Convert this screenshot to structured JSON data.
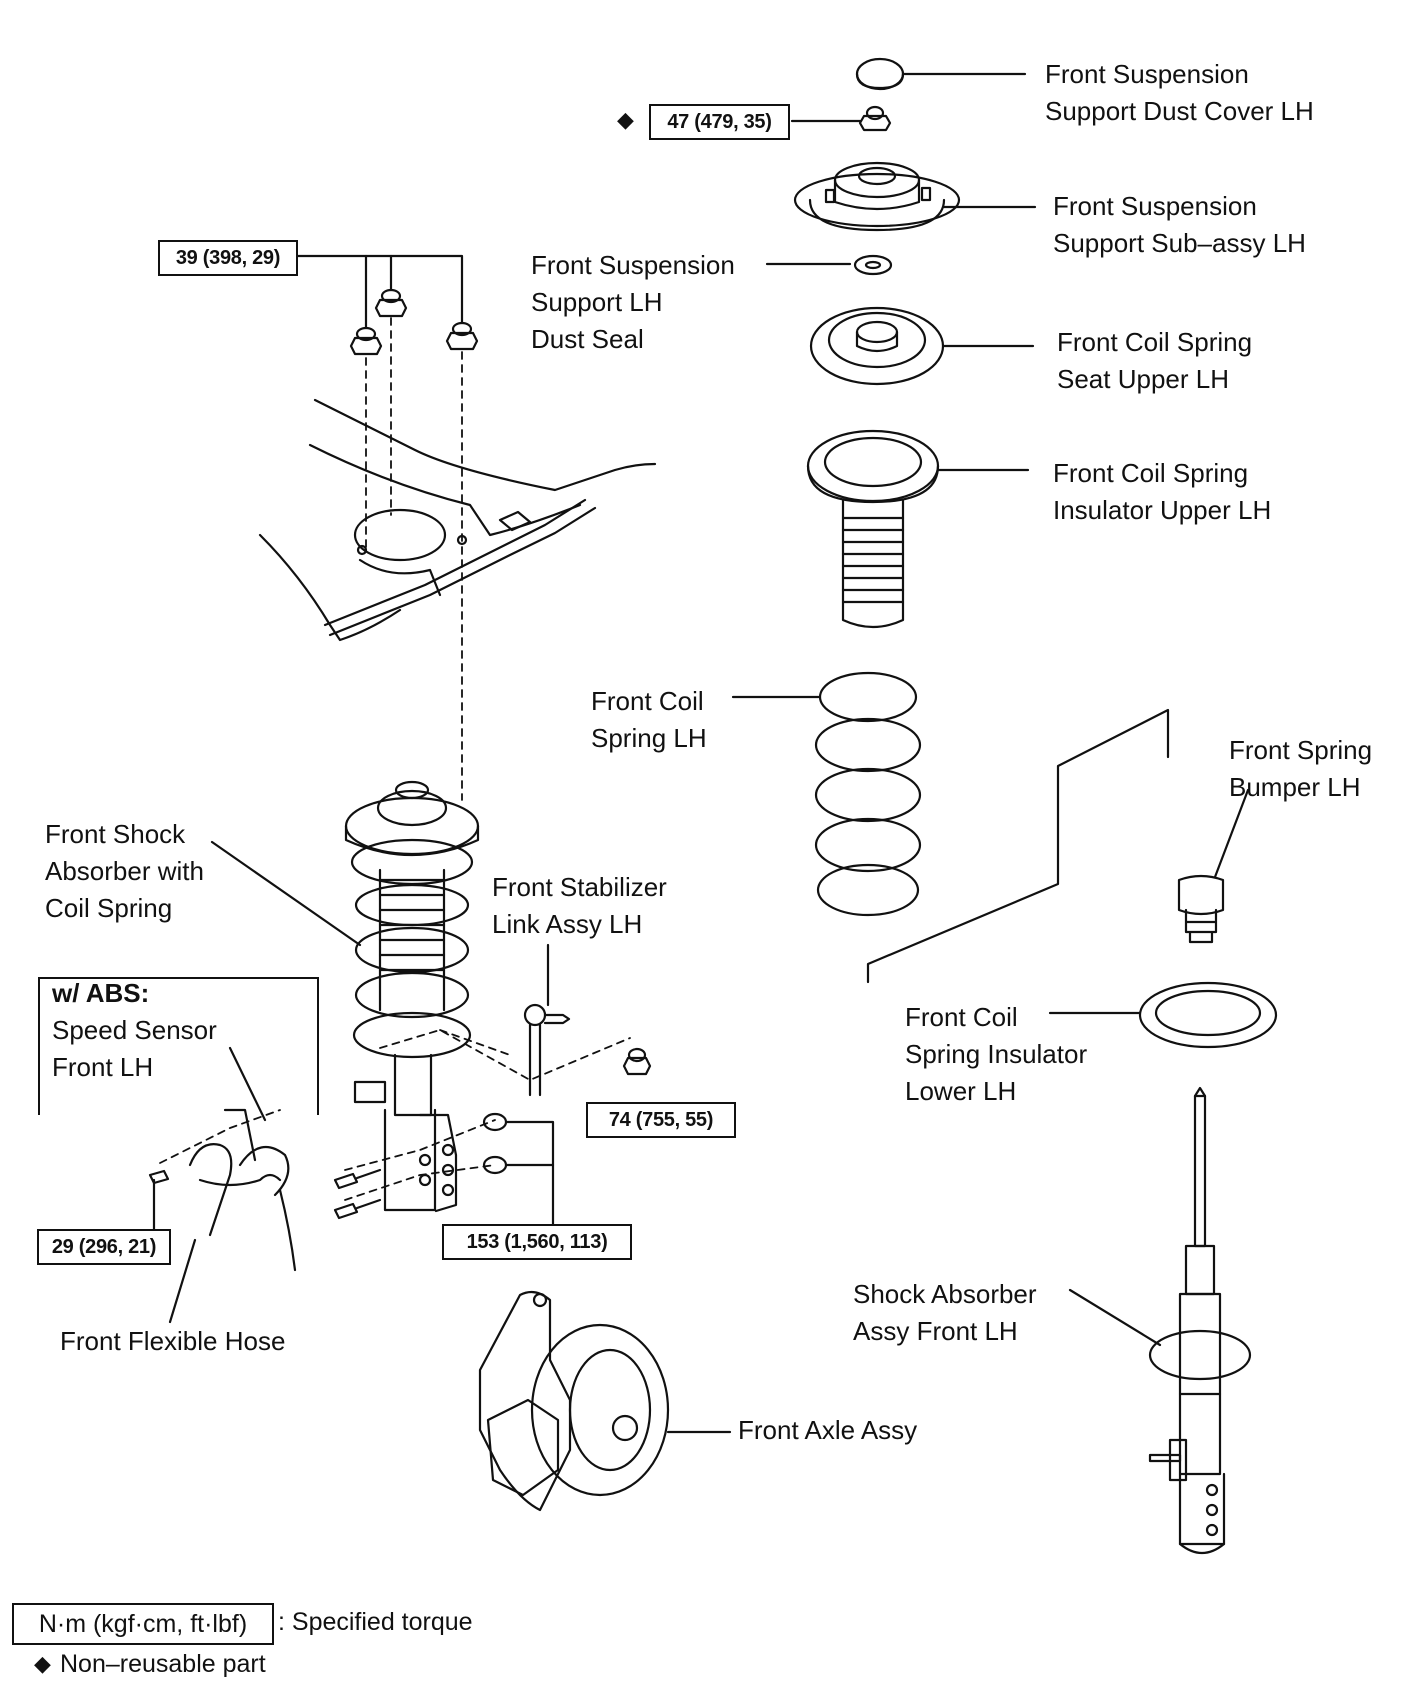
{
  "parts": {
    "dust_cover": [
      "Front Suspension",
      "Support Dust Cover LH"
    ],
    "support_subassy": [
      "Front Suspension",
      "Support Sub–assy LH"
    ],
    "dust_seal": [
      "Front Suspension",
      "Support LH",
      "Dust Seal"
    ],
    "spring_seat_upper": [
      "Front Coil Spring",
      "Seat Upper LH"
    ],
    "insulator_upper": [
      "Front Coil Spring",
      "Insulator Upper LH"
    ],
    "coil_spring": [
      "Front Coil",
      "Spring LH"
    ],
    "spring_bumper": [
      "Front Spring",
      "Bumper LH"
    ],
    "shock_with_spring": [
      "Front Shock",
      "Absorber with",
      "Coil Spring"
    ],
    "stabilizer_link": [
      "Front Stabilizer",
      "Link Assy LH"
    ],
    "insulator_lower": [
      "Front Coil",
      "Spring Insulator",
      "Lower LH"
    ],
    "speed_sensor": [
      "w/ ABS:",
      "Speed Sensor",
      "Front LH"
    ],
    "flexible_hose": "Front Flexible Hose",
    "shock_assy": [
      "Shock Absorber",
      "Assy Front LH"
    ],
    "axle_assy": "Front Axle Assy"
  },
  "torques": {
    "t47": "47 (479, 35)",
    "t39": "39 (398, 29)",
    "t74": "74 (755, 55)",
    "t29": "29 (296, 21)",
    "t153": "153 (1,560, 113)"
  },
  "legend": {
    "unit_box": "N·m (kgf·cm, ft·lbf)",
    "specified_torque": ": Specified torque",
    "non_reusable": "Non–reusable part",
    "diamond": "◆"
  }
}
